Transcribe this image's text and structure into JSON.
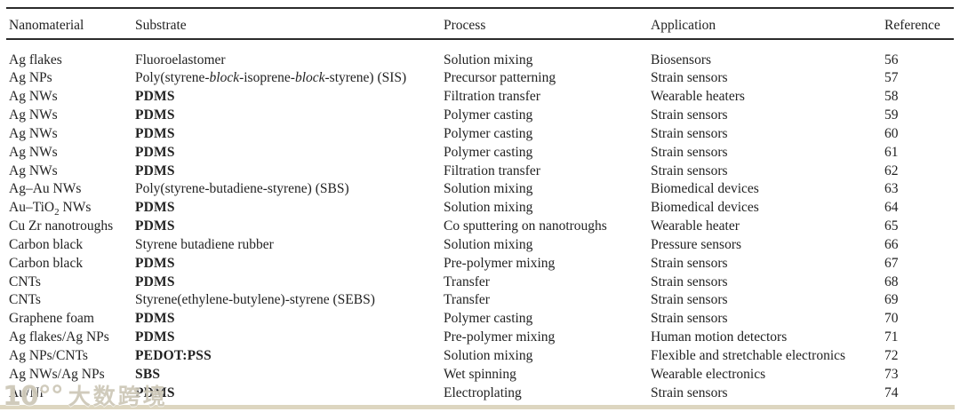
{
  "table": {
    "columns": [
      "Nanomaterial",
      "Substrate",
      "Process",
      "Application",
      "Reference"
    ],
    "rows": [
      {
        "nanomaterial": "Ag flakes",
        "substrate": "Fluoroelastomer",
        "substrate_bold": false,
        "process": "Solution mixing",
        "application": "Biosensors",
        "reference": "56"
      },
      {
        "nanomaterial": "Ag NPs",
        "substrate": "Poly(styrene-*block*-isoprene-*block*-styrene) (SIS)",
        "substrate_bold": false,
        "process": "Precursor patterning",
        "application": "Strain sensors",
        "reference": "57"
      },
      {
        "nanomaterial": "Ag NWs",
        "substrate": "PDMS",
        "substrate_bold": true,
        "process": "Filtration transfer",
        "application": "Wearable heaters",
        "reference": "58"
      },
      {
        "nanomaterial": "Ag NWs",
        "substrate": "PDMS",
        "substrate_bold": true,
        "process": "Polymer casting",
        "application": "Strain sensors",
        "reference": "59"
      },
      {
        "nanomaterial": "Ag NWs",
        "substrate": "PDMS",
        "substrate_bold": true,
        "process": "Polymer casting",
        "application": "Strain sensors",
        "reference": "60"
      },
      {
        "nanomaterial": "Ag NWs",
        "substrate": "PDMS",
        "substrate_bold": true,
        "process": "Polymer casting",
        "application": "Strain sensors",
        "reference": "61"
      },
      {
        "nanomaterial": "Ag NWs",
        "substrate": "PDMS",
        "substrate_bold": true,
        "process": "Filtration transfer",
        "application": "Strain sensors",
        "reference": "62"
      },
      {
        "nanomaterial": "Ag–Au NWs",
        "substrate": "Poly(styrene-butadiene-styrene) (SBS)",
        "substrate_bold": false,
        "process": "Solution mixing",
        "application": "Biomedical devices",
        "reference": "63"
      },
      {
        "nanomaterial": "Au–TiO~2~ NWs",
        "substrate": "PDMS",
        "substrate_bold": true,
        "process": "Solution mixing",
        "application": "Biomedical devices",
        "reference": "64"
      },
      {
        "nanomaterial": "Cu Zr nanotroughs",
        "substrate": "PDMS",
        "substrate_bold": true,
        "process": "Co sputtering on nanotroughs",
        "application": "Wearable heater",
        "reference": "65"
      },
      {
        "nanomaterial": "Carbon black",
        "substrate": "Styrene butadiene rubber",
        "substrate_bold": false,
        "process": "Solution mixing",
        "application": "Pressure sensors",
        "reference": "66"
      },
      {
        "nanomaterial": "Carbon black",
        "substrate": "PDMS",
        "substrate_bold": true,
        "process": "Pre-polymer mixing",
        "application": "Strain sensors",
        "reference": "67"
      },
      {
        "nanomaterial": "CNTs",
        "substrate": "PDMS",
        "substrate_bold": true,
        "process": "Transfer",
        "application": "Strain sensors",
        "reference": "68"
      },
      {
        "nanomaterial": "CNTs",
        "substrate": "Styrene(ethylene-butylene)-styrene (SEBS)",
        "substrate_bold": false,
        "process": "Transfer",
        "application": "Strain sensors",
        "reference": "69"
      },
      {
        "nanomaterial": "Graphene foam",
        "substrate": "PDMS",
        "substrate_bold": true,
        "process": "Polymer casting",
        "application": "Strain sensors",
        "reference": "70"
      },
      {
        "nanomaterial": "Ag flakes/Ag NPs",
        "substrate": "PDMS",
        "substrate_bold": true,
        "process": "Pre-polymer mixing",
        "application": "Human motion detectors",
        "reference": "71"
      },
      {
        "nanomaterial": "Ag NPs/CNTs",
        "substrate": "PEDOT:PSS",
        "substrate_bold": true,
        "process": "Solution mixing",
        "application": "Flexible and stretchable electronics",
        "reference": "72"
      },
      {
        "nanomaterial": "Ag NWs/Ag NPs",
        "substrate": "SBS",
        "substrate_bold": true,
        "process": "Wet spinning",
        "application": "Wearable electronics",
        "reference": "73"
      },
      {
        "nanomaterial": "Au/Ni",
        "substrate": "PDMS",
        "substrate_bold": true,
        "process": "Electroplating",
        "application": "Strain sensors",
        "reference": "74"
      }
    ]
  },
  "watermark": {
    "logo": "10°°",
    "text": "大数跨境"
  },
  "colors": {
    "text": "#222222",
    "rule": "#2b2b2b",
    "bottom_bar": "#ddd6c0",
    "watermark": "#c8c2b0"
  }
}
